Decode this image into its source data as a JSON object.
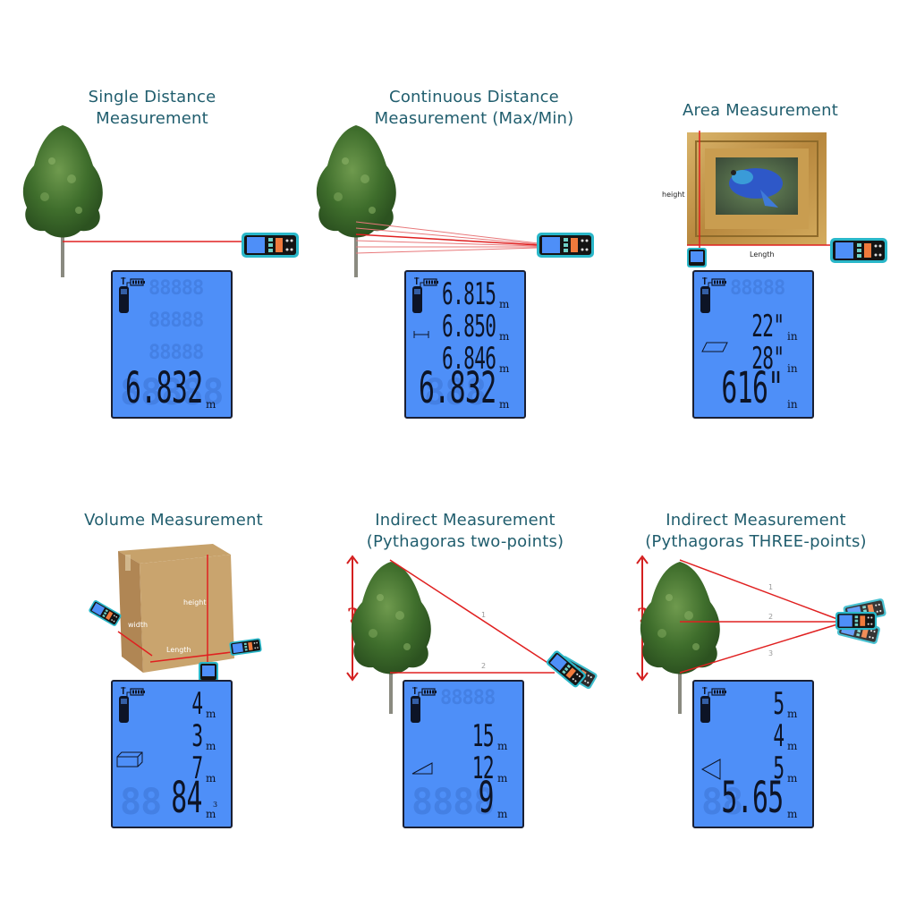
{
  "colors": {
    "title": "#215e6e",
    "laser": "#e02020",
    "lcd_background": "#4e8ff8",
    "lcd_segment": "#0d1426",
    "device_accent": "#2ab7c9",
    "arrow": "#d42020"
  },
  "panels": [
    {
      "title_line1": "Single Distance",
      "title_line2": "Measurement",
      "mode_icon": "none",
      "readings": [
        {
          "value": "6.832",
          "unit": "m",
          "size": "big"
        }
      ]
    },
    {
      "title_line1": "Continuous Distance",
      "title_line2": "Measurement (Max/Min)",
      "mode_icon": "continuous-range-icon",
      "readings": [
        {
          "value": "6.815",
          "unit": "m",
          "size": "small"
        },
        {
          "value": "6.850",
          "unit": "m",
          "size": "small"
        },
        {
          "value": "6.846",
          "unit": "m",
          "size": "small"
        },
        {
          "value": "6.832",
          "unit": "m",
          "size": "big"
        }
      ]
    },
    {
      "title_line1": "Area Measurement",
      "title_line2": "",
      "mode_icon": "area-parallelogram-icon",
      "labels": {
        "height": "height",
        "length": "Length"
      },
      "readings": [
        {
          "value": "22\"",
          "unit": "in",
          "size": "small"
        },
        {
          "value": "28\"",
          "unit": "in",
          "size": "small"
        },
        {
          "value": "616\"",
          "unit": "in",
          "size": "big"
        }
      ]
    },
    {
      "title_line1": "Volume Measurement",
      "title_line2": "",
      "mode_icon": "volume-box-icon",
      "labels": {
        "height": "height",
        "width": "width",
        "length": "Length"
      },
      "readings": [
        {
          "value": "4",
          "unit": "m",
          "size": "small"
        },
        {
          "value": "3",
          "unit": "m",
          "size": "small"
        },
        {
          "value": "7",
          "unit": "m",
          "size": "small"
        },
        {
          "value": "84",
          "unit": "m",
          "unit_sup": "3",
          "size": "big"
        }
      ]
    },
    {
      "title_line1": "Indirect Measurement",
      "title_line2": "(Pythagoras two-points)",
      "mode_icon": "right-triangle-icon",
      "labels": {
        "question": "?",
        "line1": "1",
        "line2": "2"
      },
      "readings": [
        {
          "value": "15",
          "unit": "m",
          "size": "small"
        },
        {
          "value": "12",
          "unit": "m",
          "size": "small"
        },
        {
          "value": "9",
          "unit": "m",
          "size": "big"
        }
      ]
    },
    {
      "title_line1": "Indirect Measurement",
      "title_line2": "(Pythagoras THREE-points)",
      "mode_icon": "triangle-three-point-icon",
      "labels": {
        "question": "?",
        "line1": "1",
        "line2": "2",
        "line3": "3"
      },
      "readings": [
        {
          "value": "5",
          "unit": "m",
          "size": "small"
        },
        {
          "value": "4",
          "unit": "m",
          "size": "small"
        },
        {
          "value": "5",
          "unit": "m",
          "size": "small"
        },
        {
          "value": "5.65",
          "unit": "m",
          "size": "big"
        }
      ]
    }
  ]
}
